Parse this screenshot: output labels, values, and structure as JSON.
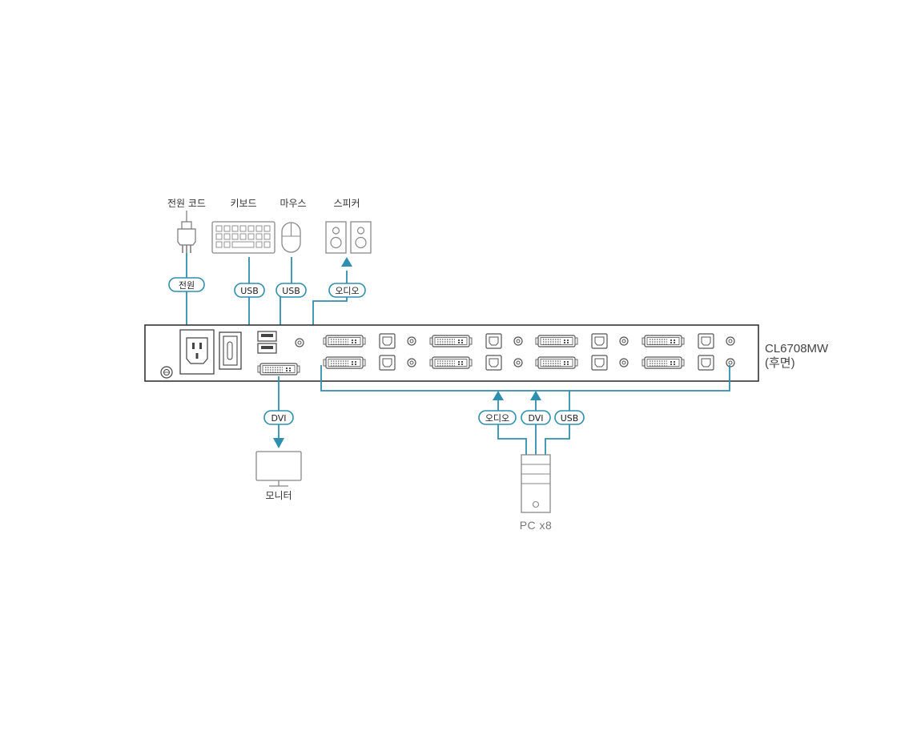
{
  "devices": {
    "power_cord": "전원 코드",
    "keyboard": "키보드",
    "mouse": "마우스",
    "speaker": "스피커",
    "monitor": "모니터",
    "pc": "PC x8"
  },
  "connections": {
    "power": "전원",
    "keyboard_usb": "USB",
    "mouse_usb": "USB",
    "audio": "오디오",
    "monitor_dvi": "DVI",
    "pc_audio": "오디오",
    "pc_dvi": "DVI",
    "pc_usb": "USB"
  },
  "unit": {
    "model": "CL6708MW",
    "view": "(후면)"
  },
  "colors": {
    "cable": "#2e8fb0",
    "outline": "#555555",
    "device": "#8a8a8a"
  }
}
